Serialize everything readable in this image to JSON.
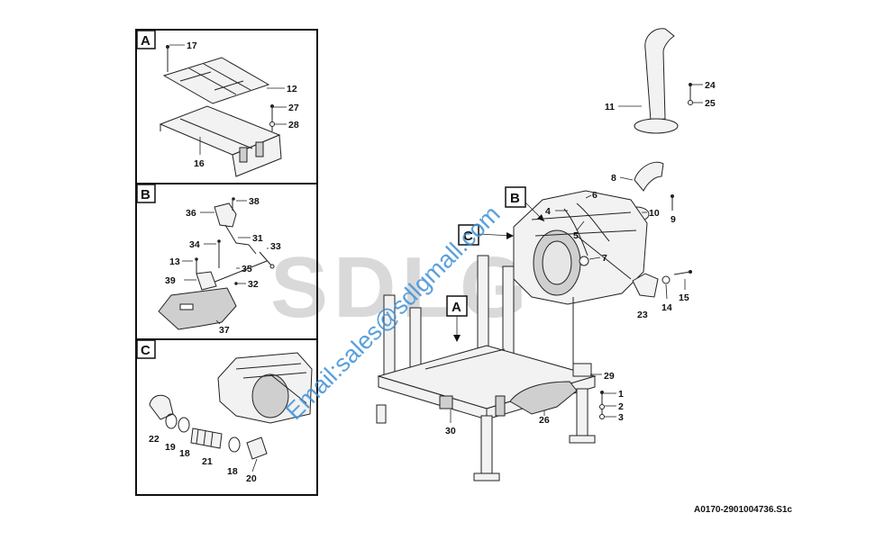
{
  "watermark": {
    "logo": "SDLG",
    "email": "Email:sales@sdlgmall.com"
  },
  "document_id": "A0170-2901004736.S1c",
  "panels": {
    "A": {
      "label": "A",
      "callouts": [
        "17",
        "12",
        "27",
        "28",
        "16"
      ]
    },
    "B": {
      "label": "B",
      "callouts": [
        "38",
        "36",
        "31",
        "34",
        "33",
        "13",
        "35",
        "39",
        "32",
        "37"
      ]
    },
    "C": {
      "label": "C",
      "callouts": [
        "22",
        "19",
        "18",
        "21",
        "18",
        "20"
      ]
    }
  },
  "main_labels": {
    "A": "A",
    "B": "B",
    "C": "C"
  },
  "main_callouts": {
    "c11": "11",
    "c24": "24",
    "c25": "25",
    "c8": "8",
    "c10": "10",
    "c9": "9",
    "c6": "6",
    "c4": "4",
    "c5": "5",
    "c7": "7",
    "c15": "15",
    "c14": "14",
    "c23": "23",
    "c29": "29",
    "c1": "1",
    "c2": "2",
    "c3": "3",
    "c26": "26",
    "c30": "30"
  },
  "colors": {
    "watermark_text": "#3d8fd6",
    "watermark_logo": "#d9d9d9",
    "line": "#222222"
  }
}
